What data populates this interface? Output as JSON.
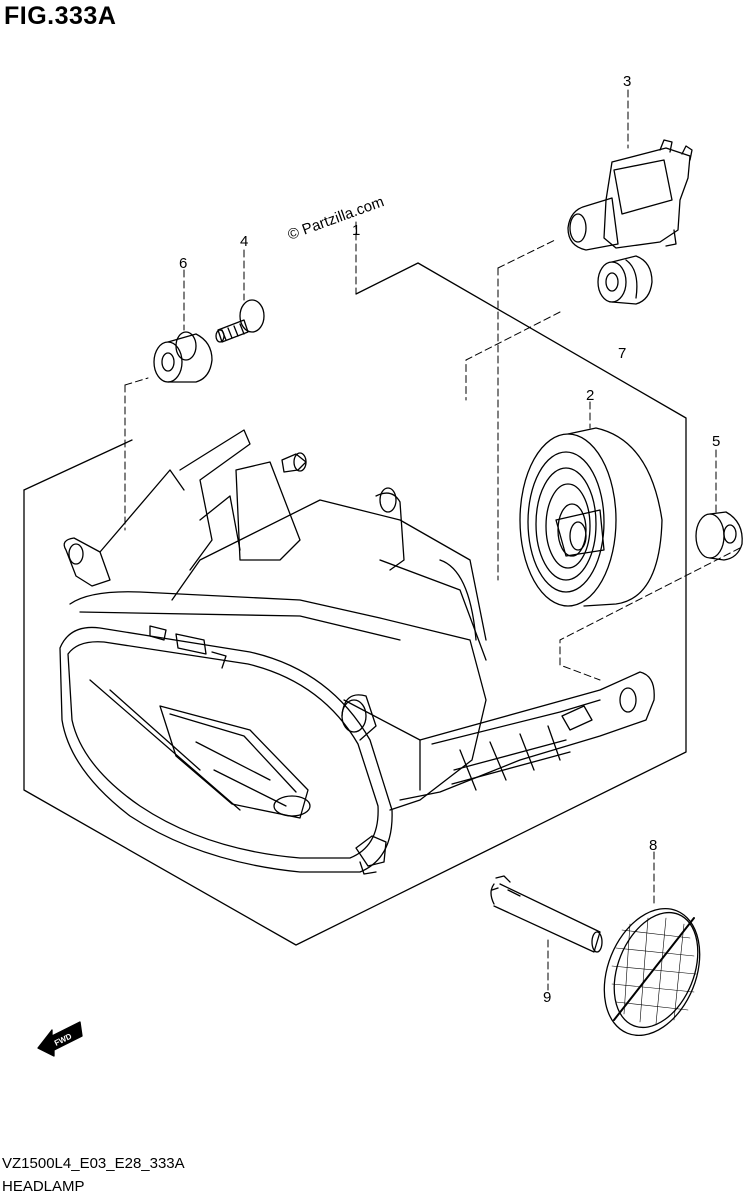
{
  "figure": {
    "title": "FIG.333A",
    "watermark": "© Partzilla.com",
    "model_code": "VZ1500L4_E03_E28_333A",
    "assembly_name": "HEADLAMP",
    "fwd_label": "FWD"
  },
  "callouts": [
    {
      "number": "1"
    },
    {
      "number": "2"
    },
    {
      "number": "3"
    },
    {
      "number": "4"
    },
    {
      "number": "5"
    },
    {
      "number": "6"
    },
    {
      "number": "7"
    },
    {
      "number": "8"
    },
    {
      "number": "9"
    }
  ],
  "colors": {
    "line": "#000000",
    "background": "#ffffff"
  }
}
